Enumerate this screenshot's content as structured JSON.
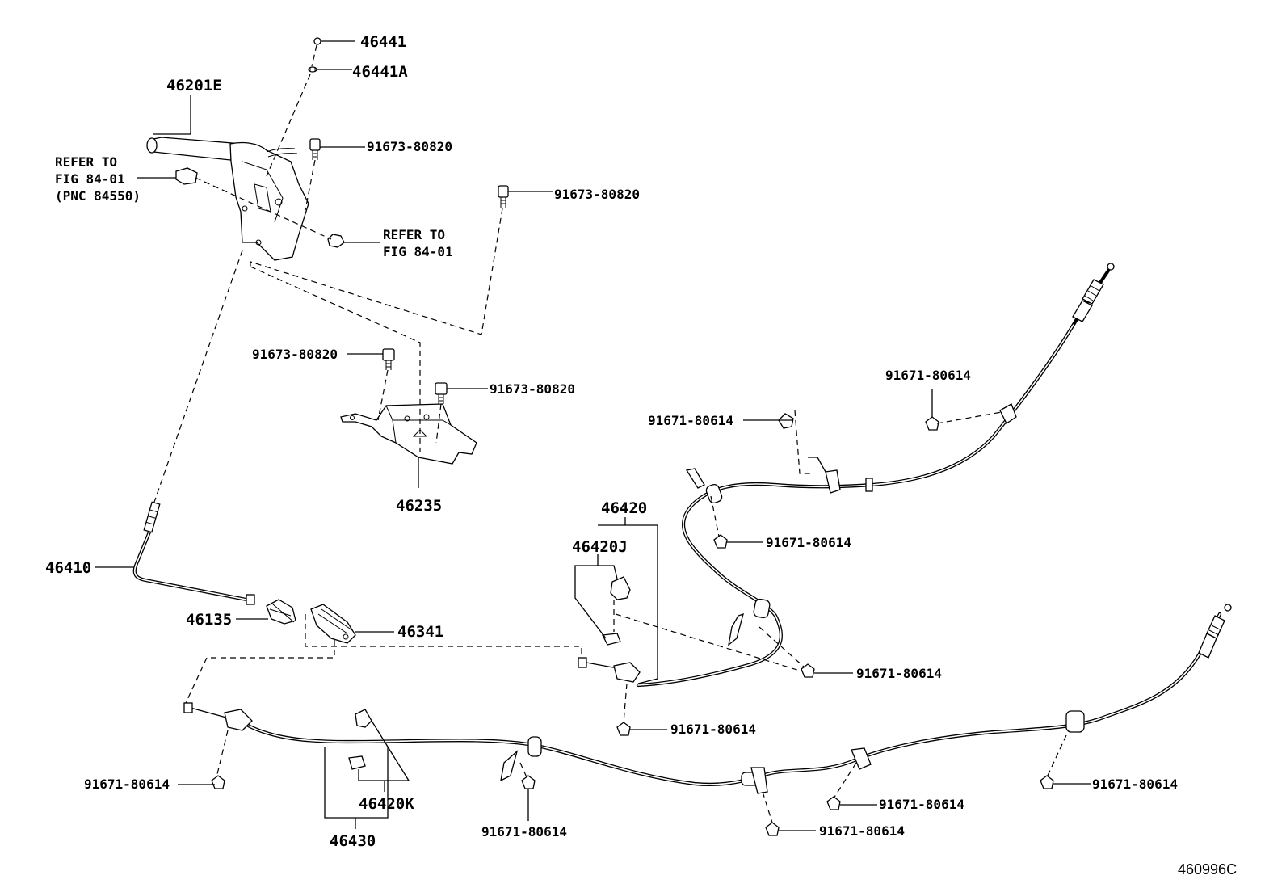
{
  "labels": {
    "p46441": "46441",
    "p46441A": "46441A",
    "p46201E": "46201E",
    "b_lever": "91673-80820",
    "b_topright": "91673-80820",
    "refer_a_1": "REFER TO",
    "refer_a_2": "FIG 84-01",
    "refer_a_3": "(PNC 84550)",
    "refer_b_1": "REFER TO",
    "refer_b_2": "FIG 84-01",
    "b_bracket_l": "91673-80820",
    "b_bracket_r": "91673-80820",
    "p46235": "46235",
    "p46410": "46410",
    "p46135": "46135",
    "p46341": "46341",
    "p46420": "46420",
    "p46420J": "46420J",
    "c1": "91671-80614",
    "c2": "91671-80614",
    "c3": "91671-80614",
    "c4": "91671-80614",
    "c5": "91671-80614",
    "c6": "91671-80614",
    "c7": "91671-80614",
    "c8": "91671-80614",
    "c9": "91671-80614",
    "c10": "91671-80614",
    "p46420K": "46420K",
    "p46430": "46430",
    "figure_code": "460996C"
  }
}
